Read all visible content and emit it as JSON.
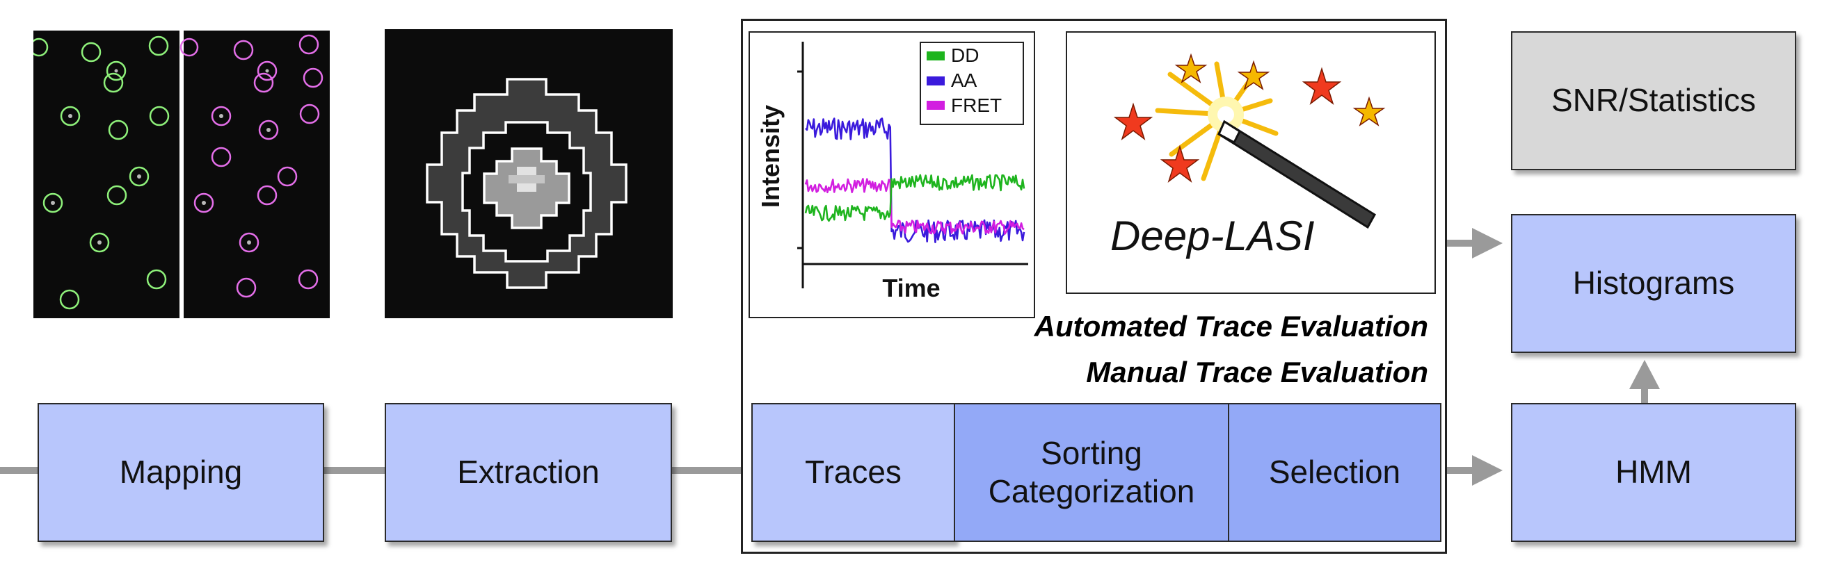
{
  "pipeline": {
    "mapping": "Mapping",
    "extraction": "Extraction",
    "traces": "Traces",
    "sorting_line1": "Sorting",
    "sorting_line2": "Categorization",
    "selection": "Selection",
    "hmm": "HMM",
    "histograms": "Histograms",
    "snr": "SNR/Statistics"
  },
  "evaluation": {
    "automated": "Automated Trace Evaluation",
    "manual": "Manual Trace Evaluation"
  },
  "deep_lasi": {
    "label": "Deep-LASI"
  },
  "trace_plot": {
    "xlabel": "Time",
    "ylabel": "Intensity",
    "legend": [
      {
        "name": "DD",
        "color": "#1eb41e"
      },
      {
        "name": "AA",
        "color": "#3a1adc"
      },
      {
        "name": "FRET",
        "color": "#d21ee0"
      }
    ]
  },
  "colors": {
    "box_light": "#b8c6fc",
    "box_mid": "#93a9f7",
    "box_gray": "#d8d8d8",
    "arrow": "#9a9a9a",
    "donor_circle": "#8ef07a",
    "acceptor_circle": "#e36ee8"
  }
}
